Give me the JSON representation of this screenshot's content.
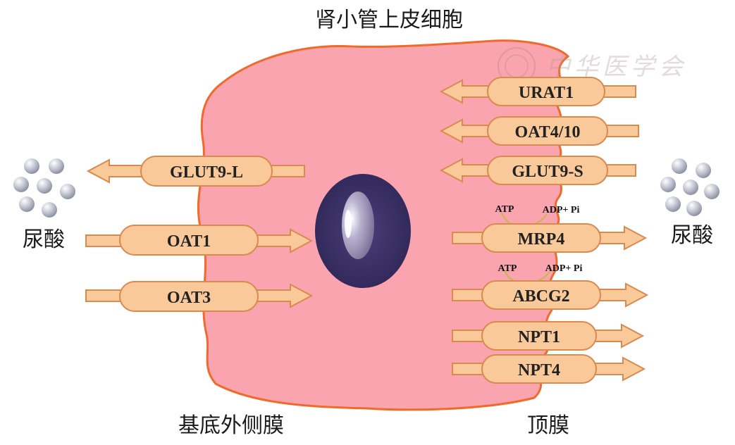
{
  "title": "肾小管上皮细胞",
  "labels": {
    "basolateral": "基底外侧膜",
    "apical": "顶膜",
    "uric_left": "尿酸",
    "uric_right": "尿酸",
    "watermark": "中华医学会"
  },
  "transporters": {
    "glut9l": "GLUT9-L",
    "oat1": "OAT1",
    "oat3": "OAT3",
    "urat1": "URAT1",
    "oat410": "OAT4/10",
    "glut9s": "GLUT9-S",
    "mrp4": "MRP4",
    "abcg2": "ABCG2",
    "npt1": "NPT1",
    "npt4": "NPT4"
  },
  "atp": {
    "mrp4_atp": "ATP",
    "mrp4_adp": "ADP+ Pi",
    "abcg2_atp": "ATP",
    "abcg2_adp": "ADP+ Pi"
  },
  "colors": {
    "cell_fill": "#f9a4ae",
    "cell_stroke": "#f06a2a",
    "pill_fill": "#f9c99a",
    "pill_stroke": "#d98a4e",
    "arrow_fill": "#f9c99a",
    "nucleus": "#3a2f66",
    "nucleolus": "#a9a2c2",
    "dot": "#c7c9d3",
    "atp_curve": "#c8b64a"
  }
}
